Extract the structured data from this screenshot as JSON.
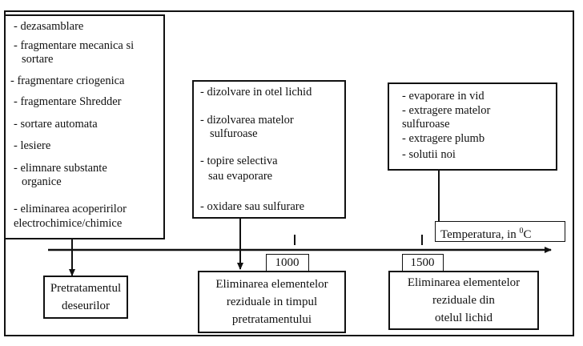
{
  "box_pretratament_list": {
    "items": [
      "- dezasamblare",
      "- fragmentare mecanica si",
      "sortare",
      "- fragmentare criogenica",
      "- fragmentare Shredder",
      "- sortare automata",
      "- lesiere",
      "- elimnare substante",
      "organice",
      "- eliminarea acoperirilor",
      "electrochimice/chimice"
    ]
  },
  "box_middle_list": {
    "items": [
      "- dizolvare in otel lichid",
      "- dizolvarea matelor",
      "sulfuroase",
      "- topire selectiva",
      "sau evaporare",
      "- oxidare sau sulfurare"
    ]
  },
  "box_right_list": {
    "items": [
      "- evaporare in vid",
      "- extragere matelor",
      "sulfuroase",
      "- extragere plumb",
      "- solutii noi"
    ]
  },
  "axis": {
    "label_prefix": "Temperatura, in ",
    "label_sup": "0",
    "label_suffix": "C",
    "ticks": [
      "1000",
      "1500"
    ]
  },
  "box_pretratament_deseuri": {
    "line1": "Pretratamentul",
    "line2": "deseurilor"
  },
  "box_eliminare_pretratament": {
    "line1": "Eliminarea elementelor",
    "line2": "reziduale in timpul",
    "line3": "pretratamentului"
  },
  "box_eliminare_otel": {
    "line1": "Eliminarea elementelor",
    "line2": "reziduale din",
    "line3": "otelul lichid"
  }
}
